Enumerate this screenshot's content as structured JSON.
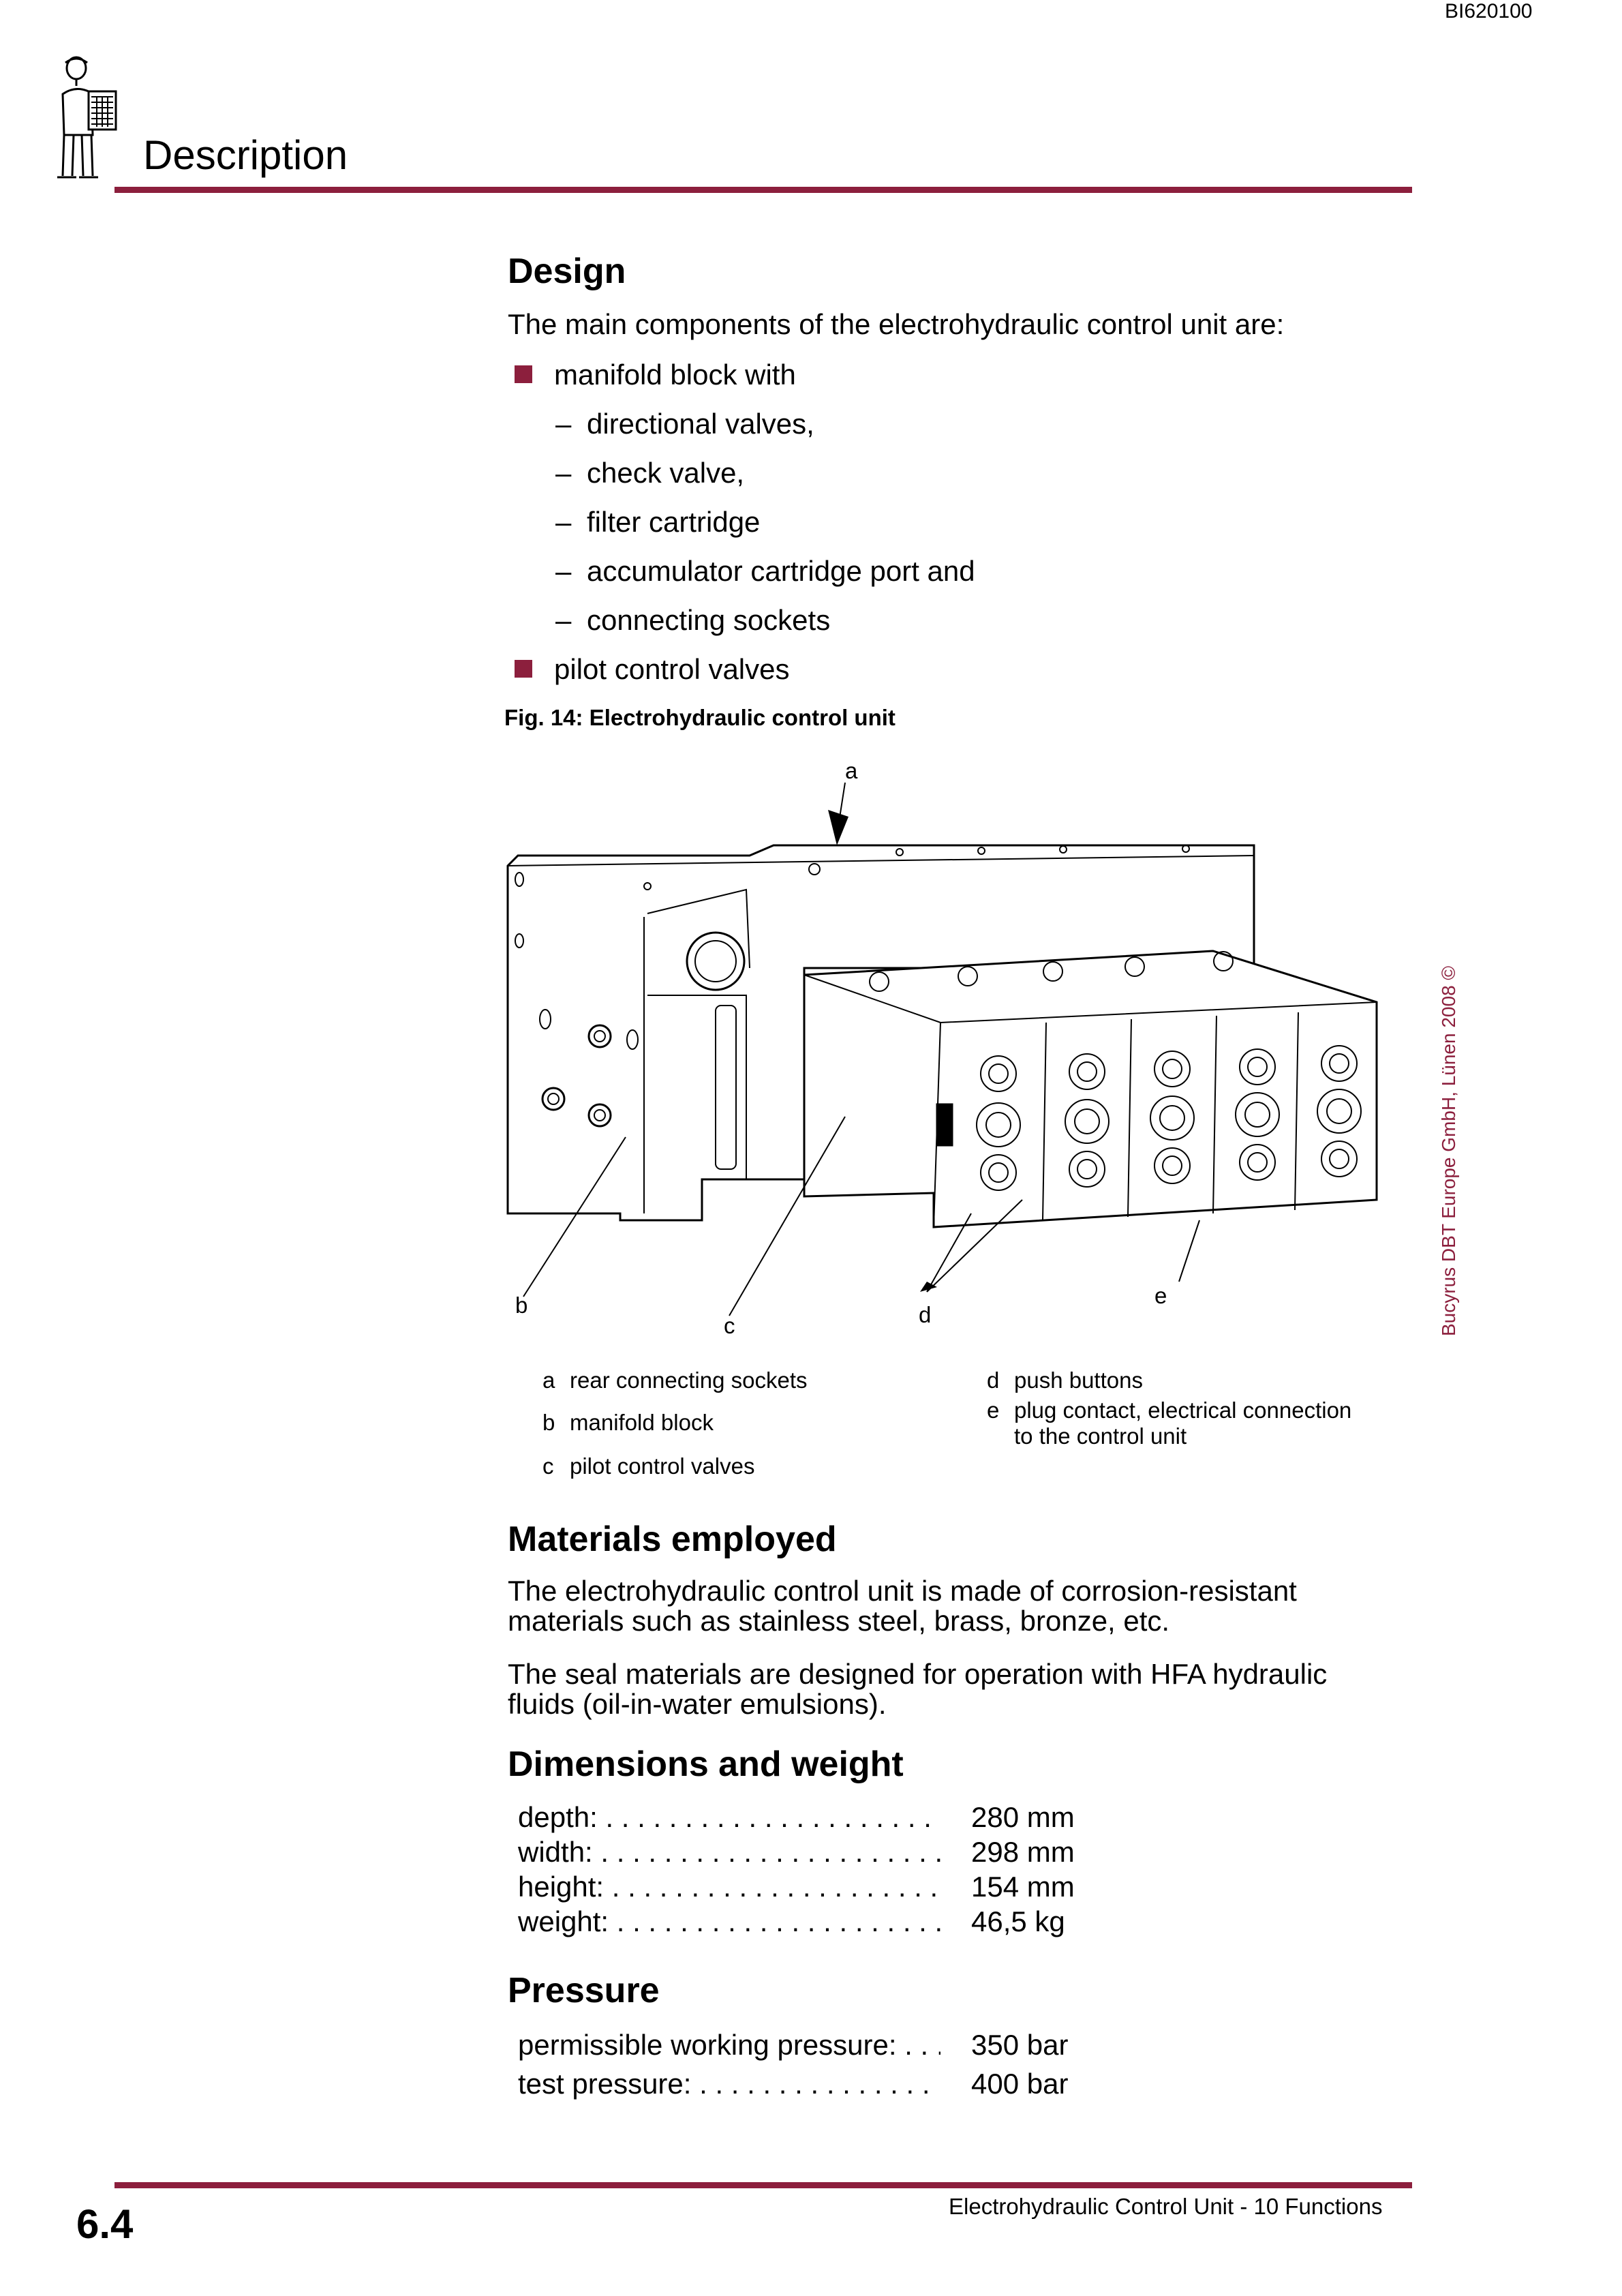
{
  "header": {
    "doc_id": "BI620100",
    "title": "Description"
  },
  "design": {
    "heading": "Design",
    "intro": "The main components of the electrohydraulic control unit are:",
    "items": [
      {
        "type": "bullet",
        "text": "manifold block with"
      },
      {
        "type": "dash",
        "text": "directional valves,"
      },
      {
        "type": "dash",
        "text": "check valve,"
      },
      {
        "type": "dash",
        "text": "filter cartridge"
      },
      {
        "type": "dash",
        "text": "accumulator cartridge  port and"
      },
      {
        "type": "dash",
        "text": "connecting sockets"
      },
      {
        "type": "bullet",
        "text": "pilot control valves"
      }
    ]
  },
  "figure": {
    "caption": "Fig. 14: Electrohydraulic control unit",
    "callouts": {
      "a": "a",
      "b": "b",
      "c": "c",
      "d": "d",
      "e": "e"
    },
    "legend_left": [
      {
        "key": "a",
        "text": "rear connecting sockets"
      },
      {
        "key": "b",
        "text": "manifold block"
      },
      {
        "key": "c",
        "text": "pilot control valves"
      }
    ],
    "legend_right": [
      {
        "key": "d",
        "text": "push buttons"
      },
      {
        "key": "e",
        "text": "plug contact, electrical connection",
        "text2": "to the control unit"
      }
    ]
  },
  "materials": {
    "heading": "Materials employed",
    "p1a": "The electrohydraulic control unit is made of corrosion-resistant",
    "p1b": "materials such as stainless steel, brass, bronze, etc.",
    "p2a": "The seal materials are designed for operation with HFA hydraulic",
    "p2b": "fluids (oil-in-water emulsions)."
  },
  "dimensions": {
    "heading": "Dimensions and weight",
    "rows": [
      {
        "label": "depth:",
        "value": "280 mm"
      },
      {
        "label": "width:",
        "value": "298 mm"
      },
      {
        "label": "height:",
        "value": "154 mm"
      },
      {
        "label": "weight:",
        "value": "46,5 kg"
      }
    ]
  },
  "pressure": {
    "heading": "Pressure",
    "rows": [
      {
        "label": "permissible working pressure:",
        "value": "350 bar"
      },
      {
        "label": "test pressure:",
        "value": "400 bar"
      }
    ]
  },
  "side_note": "Bucyrus DBT Europe GmbH, Lünen 2008 ©",
  "footer": {
    "page_number": "6.4",
    "title": "Electrohydraulic Control Unit - 10 Functions"
  },
  "colors": {
    "accent": "#8c1f3d"
  }
}
